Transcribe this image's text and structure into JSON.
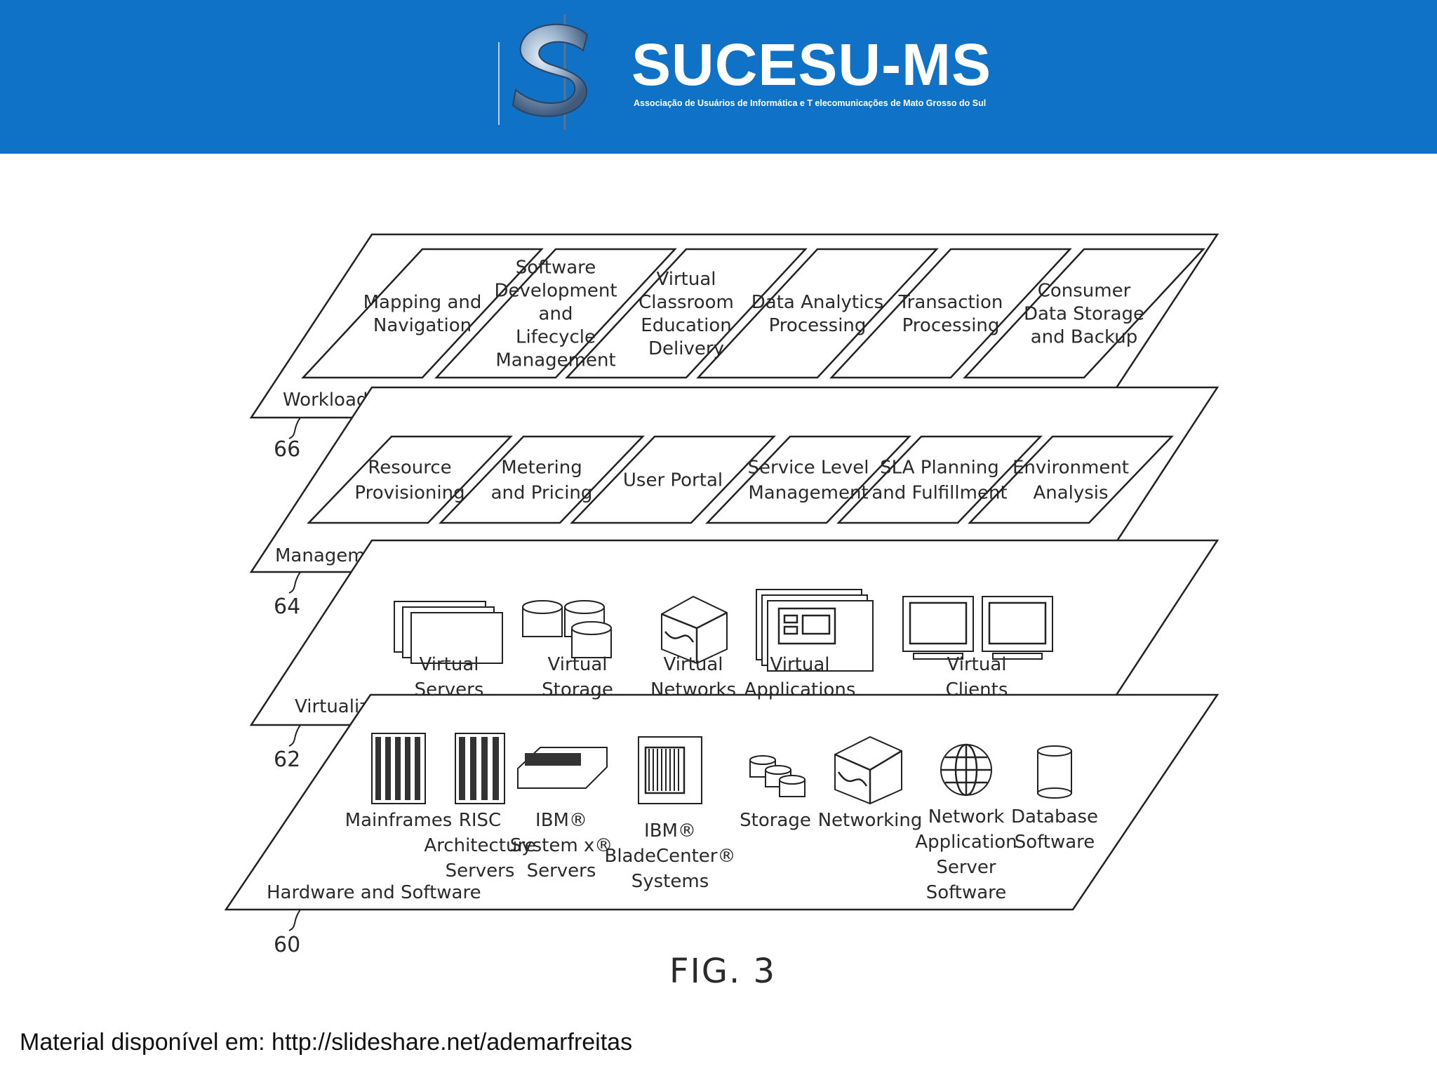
{
  "header": {
    "org_name": "SUCESU-MS",
    "org_subtitle": "Associação de Usuários de Informática e T elecomunicações de Mato Grosso do Sul",
    "background_color": "#0f72c6",
    "logo_icon": "s-globe-logo-icon"
  },
  "diagram": {
    "figure_label": "FIG. 3",
    "layers": [
      {
        "name": "Workloads",
        "ref": "66",
        "items": [
          [
            "Mapping and",
            "Navigation"
          ],
          [
            "Software",
            "Development",
            "and",
            "Lifecycle",
            "Management"
          ],
          [
            "Virtual",
            "Classroom",
            "Education",
            "Delivery"
          ],
          [
            "Data Analytics",
            "Processing"
          ],
          [
            "Transaction",
            "Processing"
          ],
          [
            "Consumer",
            "Data Storage",
            "and Backup"
          ]
        ]
      },
      {
        "name": "Management",
        "ref": "64",
        "items": [
          [
            "Resource",
            "Provisioning"
          ],
          [
            "Metering",
            "and Pricing"
          ],
          [
            "User Portal"
          ],
          [
            "Service Level",
            "Management"
          ],
          [
            "SLA Planning",
            "and Fulfillment"
          ],
          [
            "Environment",
            "Analysis"
          ]
        ]
      },
      {
        "name": "Virtualization",
        "ref": "62",
        "items": [
          {
            "icon": "servers-stack-icon",
            "label": [
              "Virtual",
              "Servers"
            ]
          },
          {
            "icon": "storage-cylinders-icon",
            "label": [
              "Virtual",
              "Storage"
            ]
          },
          {
            "icon": "network-cube-icon",
            "label": [
              "Virtual",
              "Networks"
            ]
          },
          {
            "icon": "application-windows-icon",
            "label": [
              "Virtual",
              "Applications"
            ]
          },
          {
            "icon": "monitors-icon",
            "label": [
              "Virtual",
              "Clients"
            ]
          }
        ]
      },
      {
        "name": "Hardware and Software",
        "ref": "60",
        "items": [
          {
            "icon": "mainframe-icon",
            "label": [
              "Mainframes"
            ]
          },
          {
            "icon": "risc-server-icon",
            "label": [
              "RISC",
              "Architecture",
              "Servers"
            ]
          },
          {
            "icon": "rack-server-icon",
            "label": [
              "IBM®",
              "System x®",
              "Servers"
            ]
          },
          {
            "icon": "blade-center-icon",
            "label": [
              "IBM®",
              "BladeCenter®",
              "Systems"
            ]
          },
          {
            "icon": "storage-icon",
            "label": [
              "Storage"
            ]
          },
          {
            "icon": "networking-cube-icon",
            "label": [
              "Networking"
            ]
          },
          {
            "icon": "globe-icon",
            "label": [
              "Network",
              "Application",
              "Server",
              "Software"
            ]
          },
          {
            "icon": "database-icon",
            "label": [
              "Database",
              "Software"
            ]
          }
        ]
      }
    ]
  },
  "footer": {
    "source_text": "Material disponível em: http://slideshare.net/ademarfreitas"
  }
}
